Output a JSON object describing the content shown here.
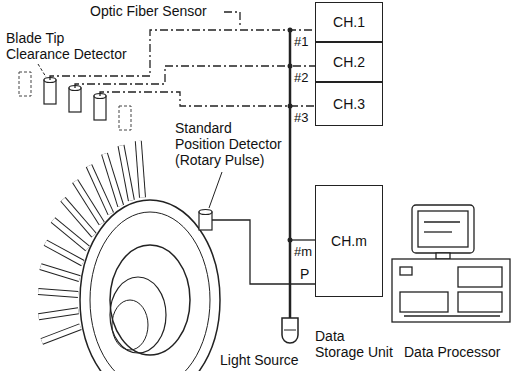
{
  "diagram": {
    "nodes": [
      {
        "text": [
          "CH.1"
        ]
      },
      {
        "text": [
          "CH.2"
        ]
      },
      {
        "text": [
          "CH.3"
        ]
      },
      {
        "text": [
          "CH.m"
        ]
      }
    ],
    "labels": [
      "Optic Fiber Sensor",
      "Blade Tip Clearance Detector",
      "Standard Position Detector",
      "(Rotary Pulse)",
      "#1",
      "#2",
      "#3",
      "#m",
      "P",
      "Light Source",
      "Data Storage Unit",
      "Data Processor"
    ]
  }
}
